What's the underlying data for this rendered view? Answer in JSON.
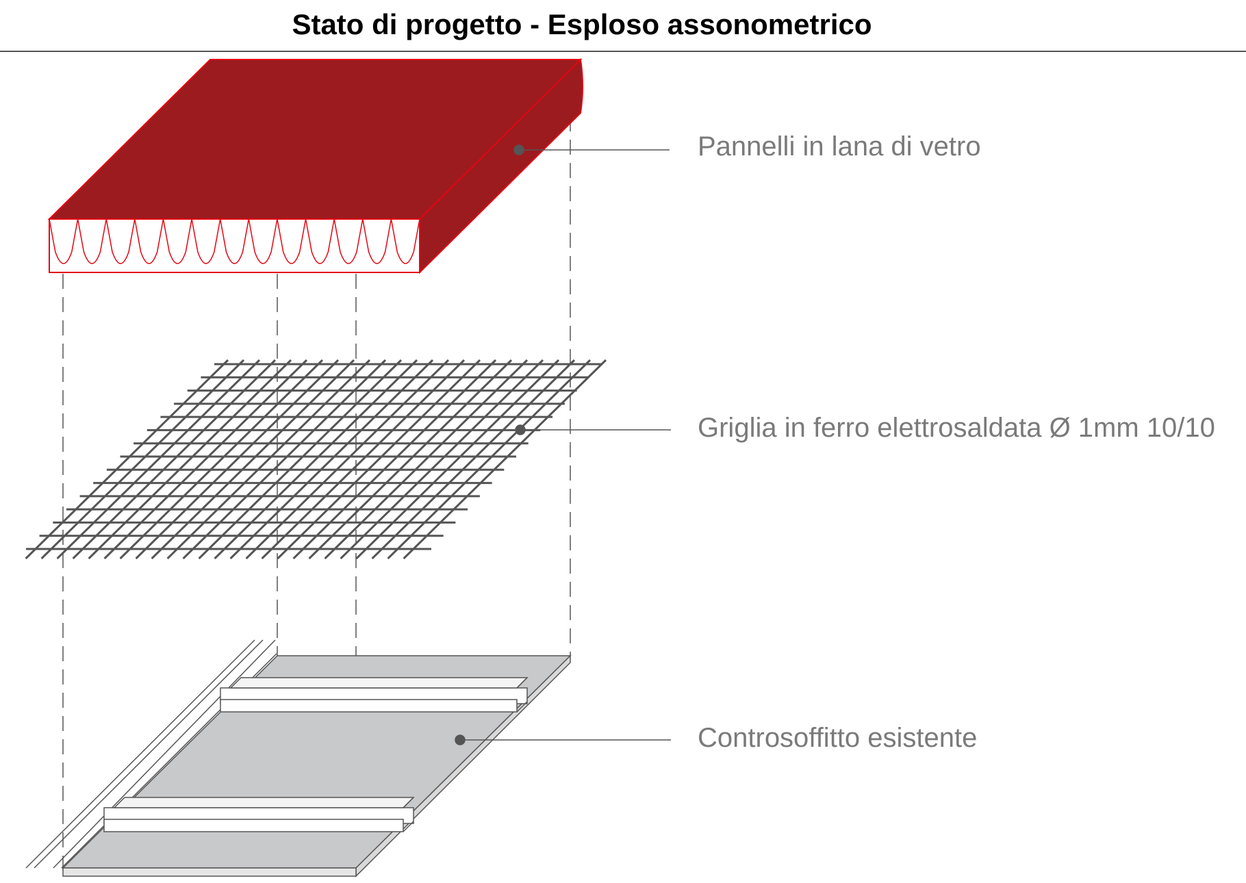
{
  "title": "Stato di progetto - Esploso assonometrico",
  "colors": {
    "insulation_fill": "#9b1b1f",
    "insulation_stroke": "#e30613",
    "grid_stroke": "#555555",
    "ceiling_fill": "#c8c9cb",
    "label_text": "#7a7a7a",
    "leader": "#555555"
  },
  "layers": [
    {
      "id": "panels",
      "label": "Pannelli in lana di vetro"
    },
    {
      "id": "grid",
      "label": "Griglia in ferro elettrosaldata Ø 1mm 10/10"
    },
    {
      "id": "ceiling",
      "label": "Controsoffitto esistente"
    }
  ]
}
